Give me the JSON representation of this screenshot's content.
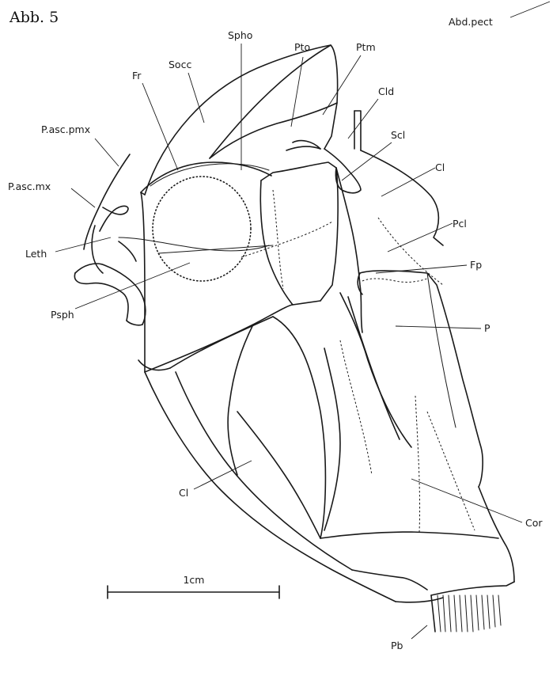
{
  "figure": {
    "title": "Abb. 5",
    "scale_bar_label": "1cm"
  },
  "labels": {
    "abd_pect": "Abd.pect",
    "pto": "Pto",
    "spho": "Spho",
    "socc": "Socc",
    "ptm": "Ptm",
    "cld": "Cld",
    "fr": "Fr",
    "scl": "Scl",
    "p_asc_pmx": "P.asc.pmx",
    "cl_upper": "Cl",
    "p_asc_mx": "P.asc.mx",
    "pcl": "Pcl",
    "leth": "Leth",
    "fp": "Fp",
    "p": "P",
    "psph": "Psph",
    "cl_lower": "Cl",
    "cor": "Cor",
    "pb": "Pb"
  }
}
